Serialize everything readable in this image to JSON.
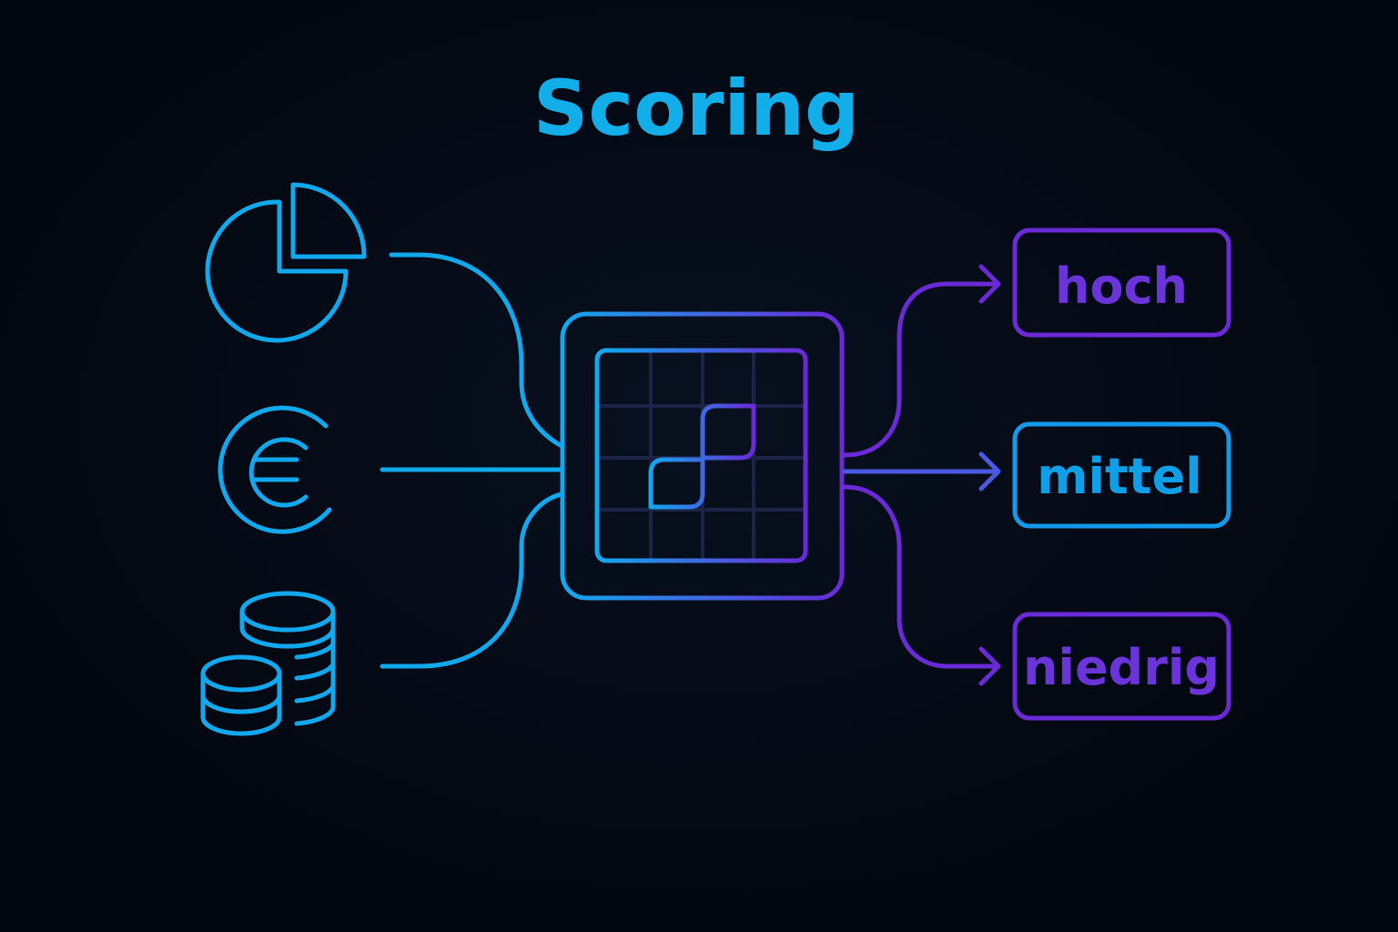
{
  "title": "Scoring",
  "inputs": [
    {
      "icon": "pie-chart-icon"
    },
    {
      "icon": "euro-icon"
    },
    {
      "icon": "coins-icon"
    }
  ],
  "processor": {
    "icon": "scoring-matrix-icon"
  },
  "outputs": [
    {
      "label": "hoch"
    },
    {
      "label": "mittel"
    },
    {
      "label": "niedrig"
    }
  ],
  "colors": {
    "background": "#02060e",
    "cyan": "#12a8ee",
    "purple": "#6a2ad6",
    "grid": "#1b2446"
  }
}
